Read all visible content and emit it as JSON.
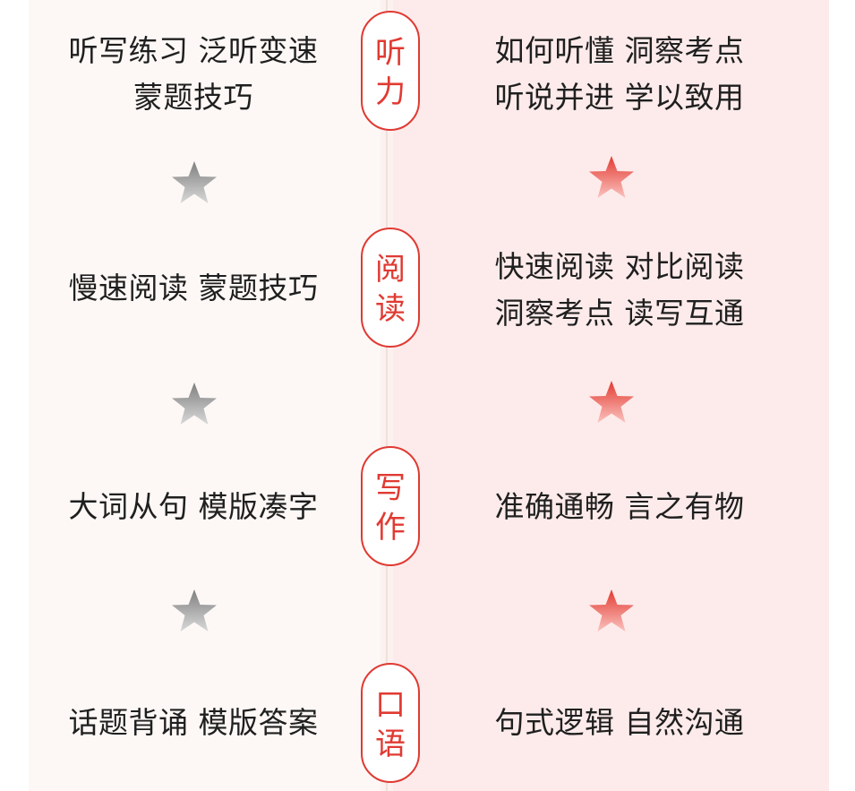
{
  "sections": [
    {
      "badge": [
        "听",
        "力"
      ],
      "left": [
        "听写练习 泛听变速",
        "蒙题技巧"
      ],
      "right": [
        "如何听懂 洞察考点",
        "听说并进 学以致用"
      ]
    },
    {
      "badge": [
        "阅",
        "读"
      ],
      "left": [
        "慢速阅读 蒙题技巧"
      ],
      "right": [
        "快速阅读 对比阅读",
        "洞察考点 读写互通"
      ]
    },
    {
      "badge": [
        "写",
        "作"
      ],
      "left": [
        "大词从句 模版凑字"
      ],
      "right": [
        "准确通畅 言之有物"
      ]
    },
    {
      "badge": [
        "口",
        "语"
      ],
      "left": [
        "话题背诵 模版答案"
      ],
      "right": [
        "句式逻辑 自然沟通"
      ]
    }
  ],
  "colors": {
    "accent_red": "#e03a32",
    "left_bg": "#fdf8f6",
    "right_bg": "#fdebeb",
    "star_gray": "#8f8f8f",
    "star_red": "#e8453c"
  },
  "icons": {
    "left_marker": "star-icon-gray",
    "right_marker": "star-icon-red"
  }
}
